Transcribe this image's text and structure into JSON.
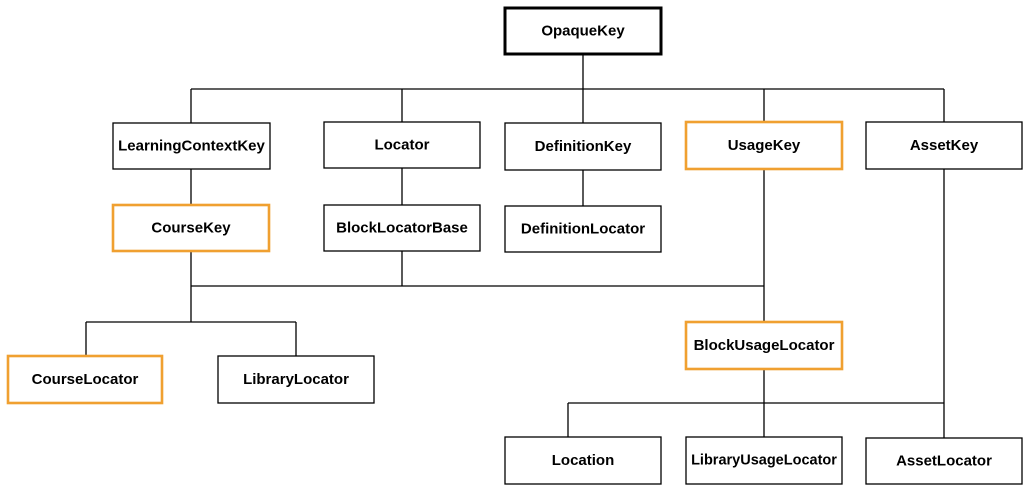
{
  "diagram": {
    "colors": {
      "highlight": "#f0a030",
      "line": "#000000",
      "fill": "#ffffff"
    },
    "nodes": [
      {
        "id": "opaque-key",
        "label": "OpaqueKey",
        "style": "root"
      },
      {
        "id": "learning-context-key",
        "label": "LearningContextKey",
        "style": "normal"
      },
      {
        "id": "locator",
        "label": "Locator",
        "style": "normal"
      },
      {
        "id": "definition-key",
        "label": "DefinitionKey",
        "style": "normal"
      },
      {
        "id": "usage-key",
        "label": "UsageKey",
        "style": "highlight"
      },
      {
        "id": "asset-key",
        "label": "AssetKey",
        "style": "normal"
      },
      {
        "id": "course-key",
        "label": "CourseKey",
        "style": "highlight"
      },
      {
        "id": "block-locator-base",
        "label": "BlockLocatorBase",
        "style": "normal"
      },
      {
        "id": "definition-locator",
        "label": "DefinitionLocator",
        "style": "normal"
      },
      {
        "id": "block-usage-locator",
        "label": "BlockUsageLocator",
        "style": "highlight"
      },
      {
        "id": "course-locator",
        "label": "CourseLocator",
        "style": "highlight"
      },
      {
        "id": "library-locator",
        "label": "LibraryLocator",
        "style": "normal"
      },
      {
        "id": "location",
        "label": "Location",
        "style": "normal"
      },
      {
        "id": "library-usage-locator",
        "label": "LibraryUsageLocator",
        "style": "normal"
      },
      {
        "id": "asset-locator",
        "label": "AssetLocator",
        "style": "normal"
      }
    ],
    "edges": [
      {
        "from": "opaque-key",
        "to": "learning-context-key"
      },
      {
        "from": "opaque-key",
        "to": "locator"
      },
      {
        "from": "opaque-key",
        "to": "definition-key"
      },
      {
        "from": "opaque-key",
        "to": "usage-key"
      },
      {
        "from": "opaque-key",
        "to": "asset-key"
      },
      {
        "from": "learning-context-key",
        "to": "course-key"
      },
      {
        "from": "locator",
        "to": "block-locator-base"
      },
      {
        "from": "definition-key",
        "to": "definition-locator"
      },
      {
        "from": "course-key",
        "to": "course-locator"
      },
      {
        "from": "course-key",
        "to": "library-locator"
      },
      {
        "from": "block-locator-base",
        "to": "course-locator"
      },
      {
        "from": "block-locator-base",
        "to": "block-usage-locator"
      },
      {
        "from": "usage-key",
        "to": "block-usage-locator"
      },
      {
        "from": "block-usage-locator",
        "to": "location"
      },
      {
        "from": "block-usage-locator",
        "to": "library-usage-locator"
      },
      {
        "from": "asset-key",
        "to": "asset-locator"
      },
      {
        "from": "asset-key",
        "to": "location"
      }
    ]
  }
}
